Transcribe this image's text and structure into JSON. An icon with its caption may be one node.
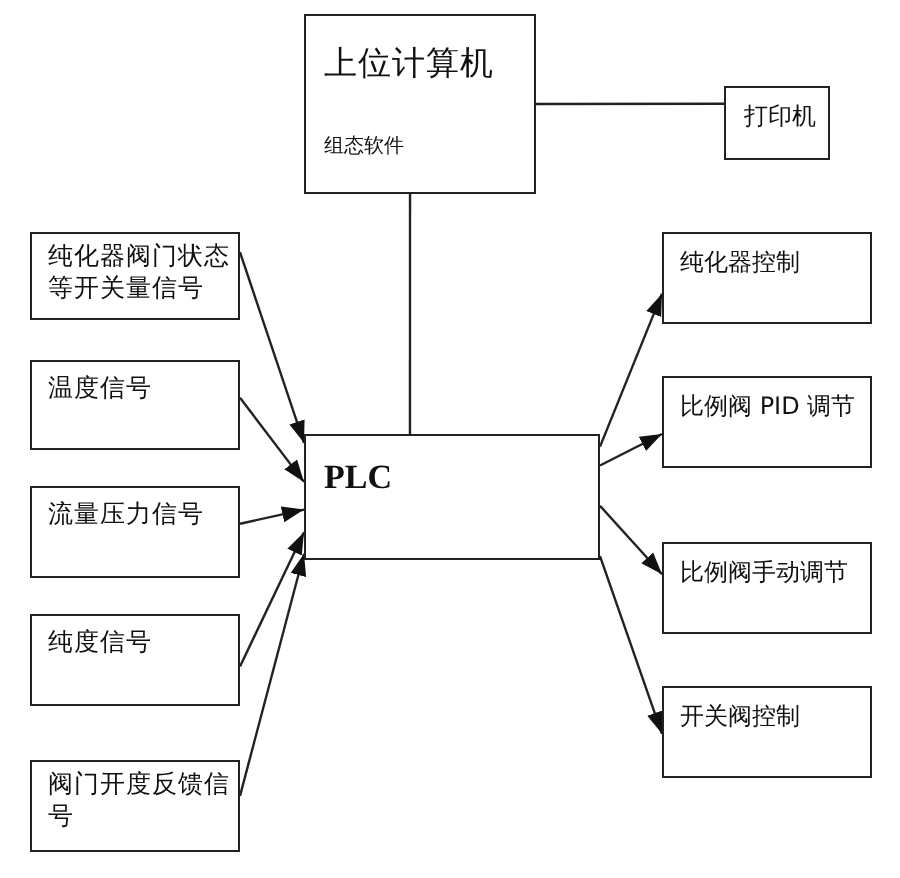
{
  "diagram": {
    "nodes": [
      {
        "text": [
          "上位计算机",
          "组态软件"
        ]
      },
      {
        "text": [
          "打印机"
        ]
      },
      {
        "text": [
          "纯化器阀门状态等开关量信号"
        ]
      },
      {
        "text": [
          "温度信号"
        ]
      },
      {
        "text": [
          "流量压力信号"
        ]
      },
      {
        "text": [
          "纯度信号"
        ]
      },
      {
        "text": [
          "阀门开度反馈信号"
        ]
      },
      {
        "text": [
          "PLC"
        ]
      },
      {
        "text": [
          "纯化器控制"
        ]
      },
      {
        "text": [
          "比例阀 PID 调节"
        ]
      },
      {
        "text": [
          "比例阀手动调节"
        ]
      },
      {
        "text": [
          "开关阀控制"
        ]
      }
    ],
    "edges": [
      {
        "from": 0,
        "to": 1,
        "arrow": "none"
      },
      {
        "from": 0,
        "to": 7,
        "arrow": "none"
      },
      {
        "from": 2,
        "to": 7,
        "arrow": "to"
      },
      {
        "from": 3,
        "to": 7,
        "arrow": "to"
      },
      {
        "from": 4,
        "to": 7,
        "arrow": "to"
      },
      {
        "from": 5,
        "to": 7,
        "arrow": "to"
      },
      {
        "from": 6,
        "to": 7,
        "arrow": "to"
      },
      {
        "from": 7,
        "to": 8,
        "arrow": "to"
      },
      {
        "from": 7,
        "to": 9,
        "arrow": "to"
      },
      {
        "from": 7,
        "to": 10,
        "arrow": "to"
      },
      {
        "from": 7,
        "to": 11,
        "arrow": "to"
      }
    ]
  }
}
